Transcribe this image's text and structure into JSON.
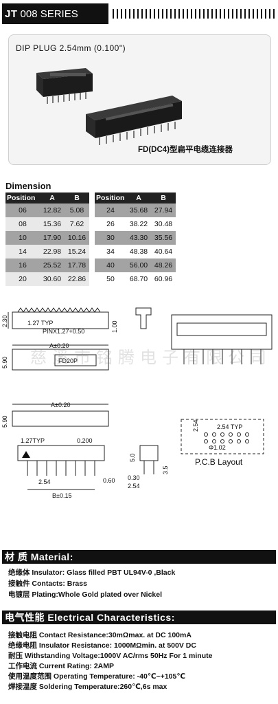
{
  "header": {
    "brand": "JT",
    "series": "008 SERIES"
  },
  "product": {
    "title": "DIP PLUG  2.54mm (0.100\")",
    "caption": "FD(DC4)型扁平电缆连接器"
  },
  "dimension": {
    "title": "Dimension",
    "columns": [
      "Position",
      "A",
      "B"
    ],
    "left_rows": [
      [
        "06",
        "12.82",
        "5.08"
      ],
      [
        "08",
        "15.36",
        "7.62"
      ],
      [
        "10",
        "17.90",
        "10.16"
      ],
      [
        "14",
        "22.98",
        "15.24"
      ],
      [
        "16",
        "25.52",
        "17.78"
      ],
      [
        "20",
        "30.60",
        "22.86"
      ]
    ],
    "right_rows": [
      [
        "24",
        "35.68",
        "27.94"
      ],
      [
        "26",
        "38.22",
        "30.48"
      ],
      [
        "30",
        "43.30",
        "35.56"
      ],
      [
        "34",
        "48.38",
        "40.64"
      ],
      [
        "40",
        "56.00",
        "48.26"
      ],
      [
        "50",
        "68.70",
        "60.96"
      ]
    ]
  },
  "drawing": {
    "d_230": "2.30",
    "d_127typ": "1.27 TYP",
    "d_pinx": "PINX1.27+0.50",
    "d_100": "1.00",
    "d_a020": "A±0.20",
    "d_590": "5.90",
    "d_fd20p": "FD20P",
    "d_a020b": "A±0.20",
    "d_590b": "5.90",
    "d_127typb": "1.27TYP",
    "d_0200": "0.200",
    "d_254": "2.54",
    "d_060": "0.60",
    "d_b015": "B±0.15",
    "d_50": "5.0",
    "d_35": "3.5",
    "d_030": "0.30",
    "d_254b": "2.54",
    "pcb_254": "2.54",
    "pcb_254typ": "2.54 TYP",
    "pcb_phi": "Φ1.02",
    "pcb_layout": "P.C.B Layout",
    "watermark": "慈溪市铭腾电子有限公司"
  },
  "material": {
    "title": "材 质 Material:",
    "lines": [
      "绝缘体 Insulator: Glass filled PBT UL94V-0 ,Black",
      "接触件 Contacts: Brass",
      "电镀层 Plating:Whole Gold plated over Nickel"
    ]
  },
  "electrical": {
    "title": "电气性能 Electrical Characteristics:",
    "lines": [
      "接触电阻 Contact Resistance:30mΩmax. at DC 100mA",
      "绝缘电阻 Insulator Resistance: 1000MΩmin. at 500V DC",
      "耐压 Withstanding Voltage:1000V AC/rms 50Hz For 1 minute",
      "工作电流 Current Rating: 2AMP",
      "使用温度范围 Operating Temperature: -40℃~+105℃",
      "焊接温度 Soldering Temperature:260℃,6s max"
    ]
  }
}
